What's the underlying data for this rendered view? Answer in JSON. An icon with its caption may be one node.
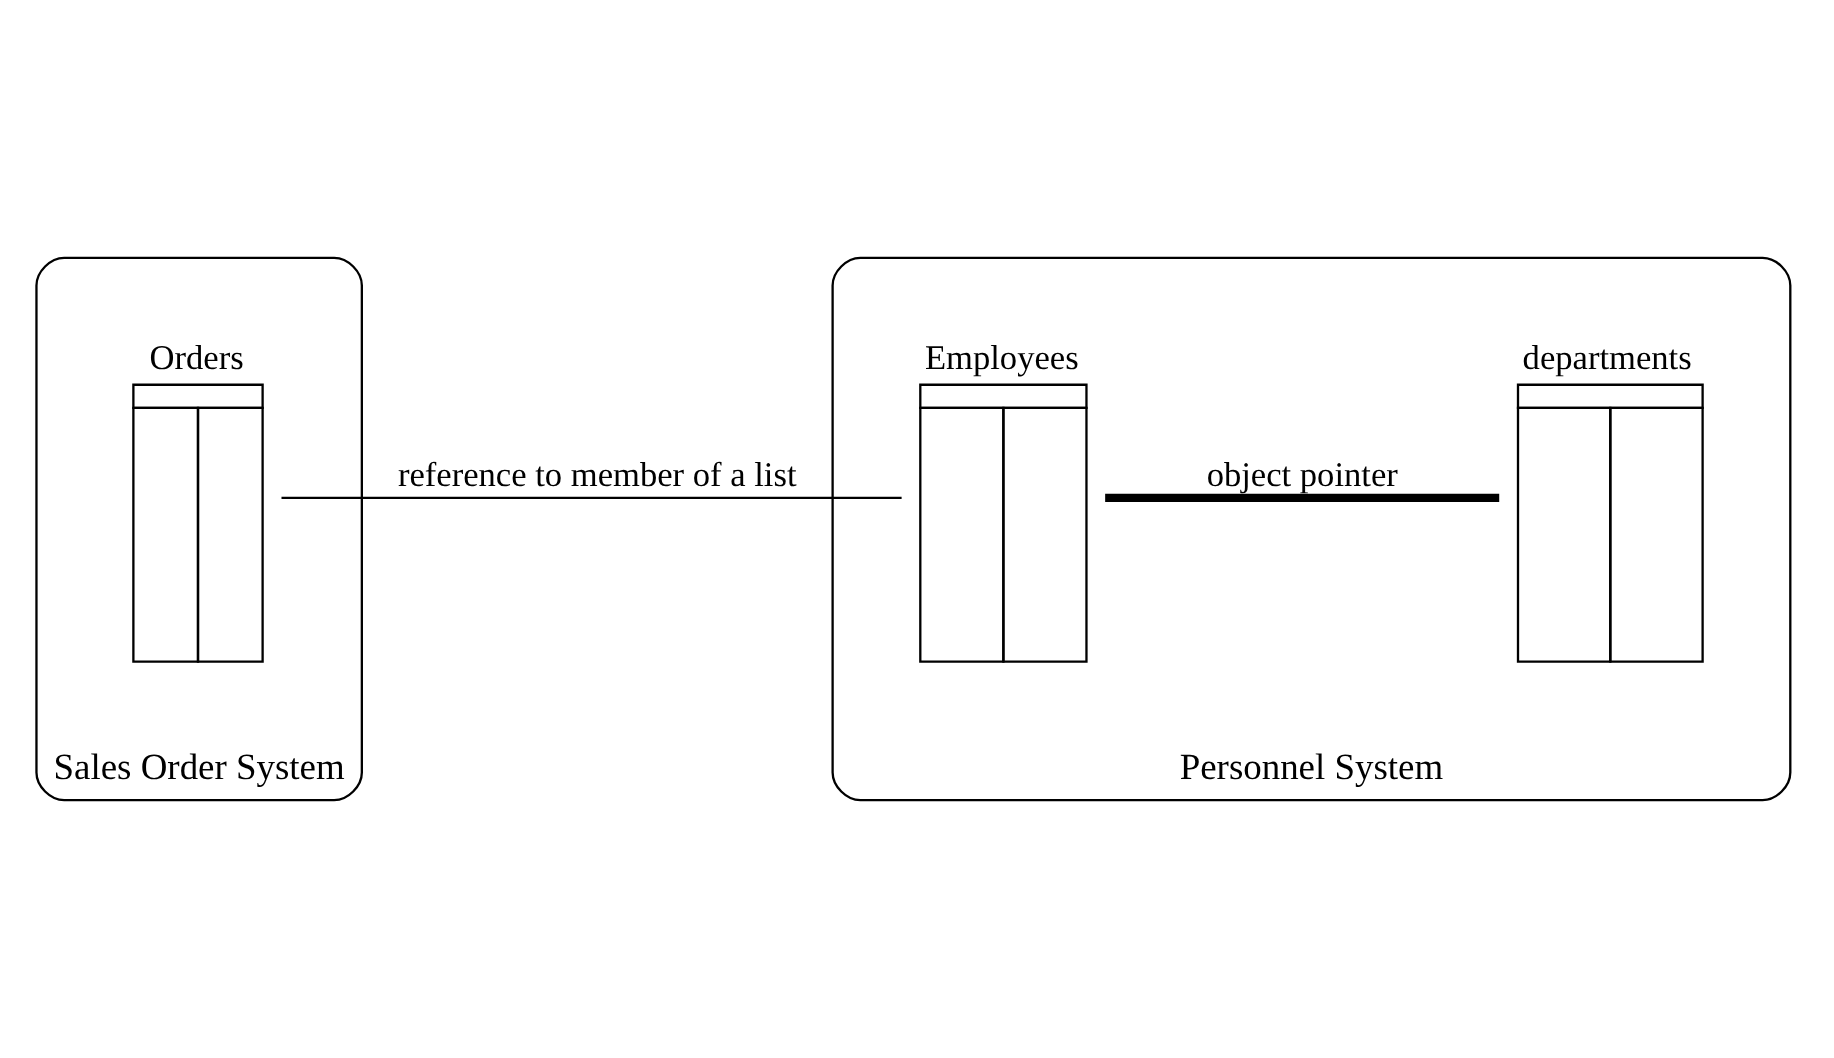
{
  "diagram": {
    "nodes": [
      {
        "text": [
          "Sales Order System"
        ]
      },
      {
        "text": [
          "Orders"
        ],
        "in": 0
      },
      {
        "text": [
          "Personnel System"
        ]
      },
      {
        "text": [
          "Employees"
        ],
        "in": 2
      },
      {
        "text": [
          "departments"
        ],
        "in": 2
      }
    ],
    "edges": [
      {
        "from": 1,
        "to": 3,
        "arrow": "none",
        "label": "reference to member of a list"
      },
      {
        "from": 3,
        "to": 4,
        "arrow": "none",
        "label": "object pointer",
        "style": "thick"
      }
    ]
  }
}
